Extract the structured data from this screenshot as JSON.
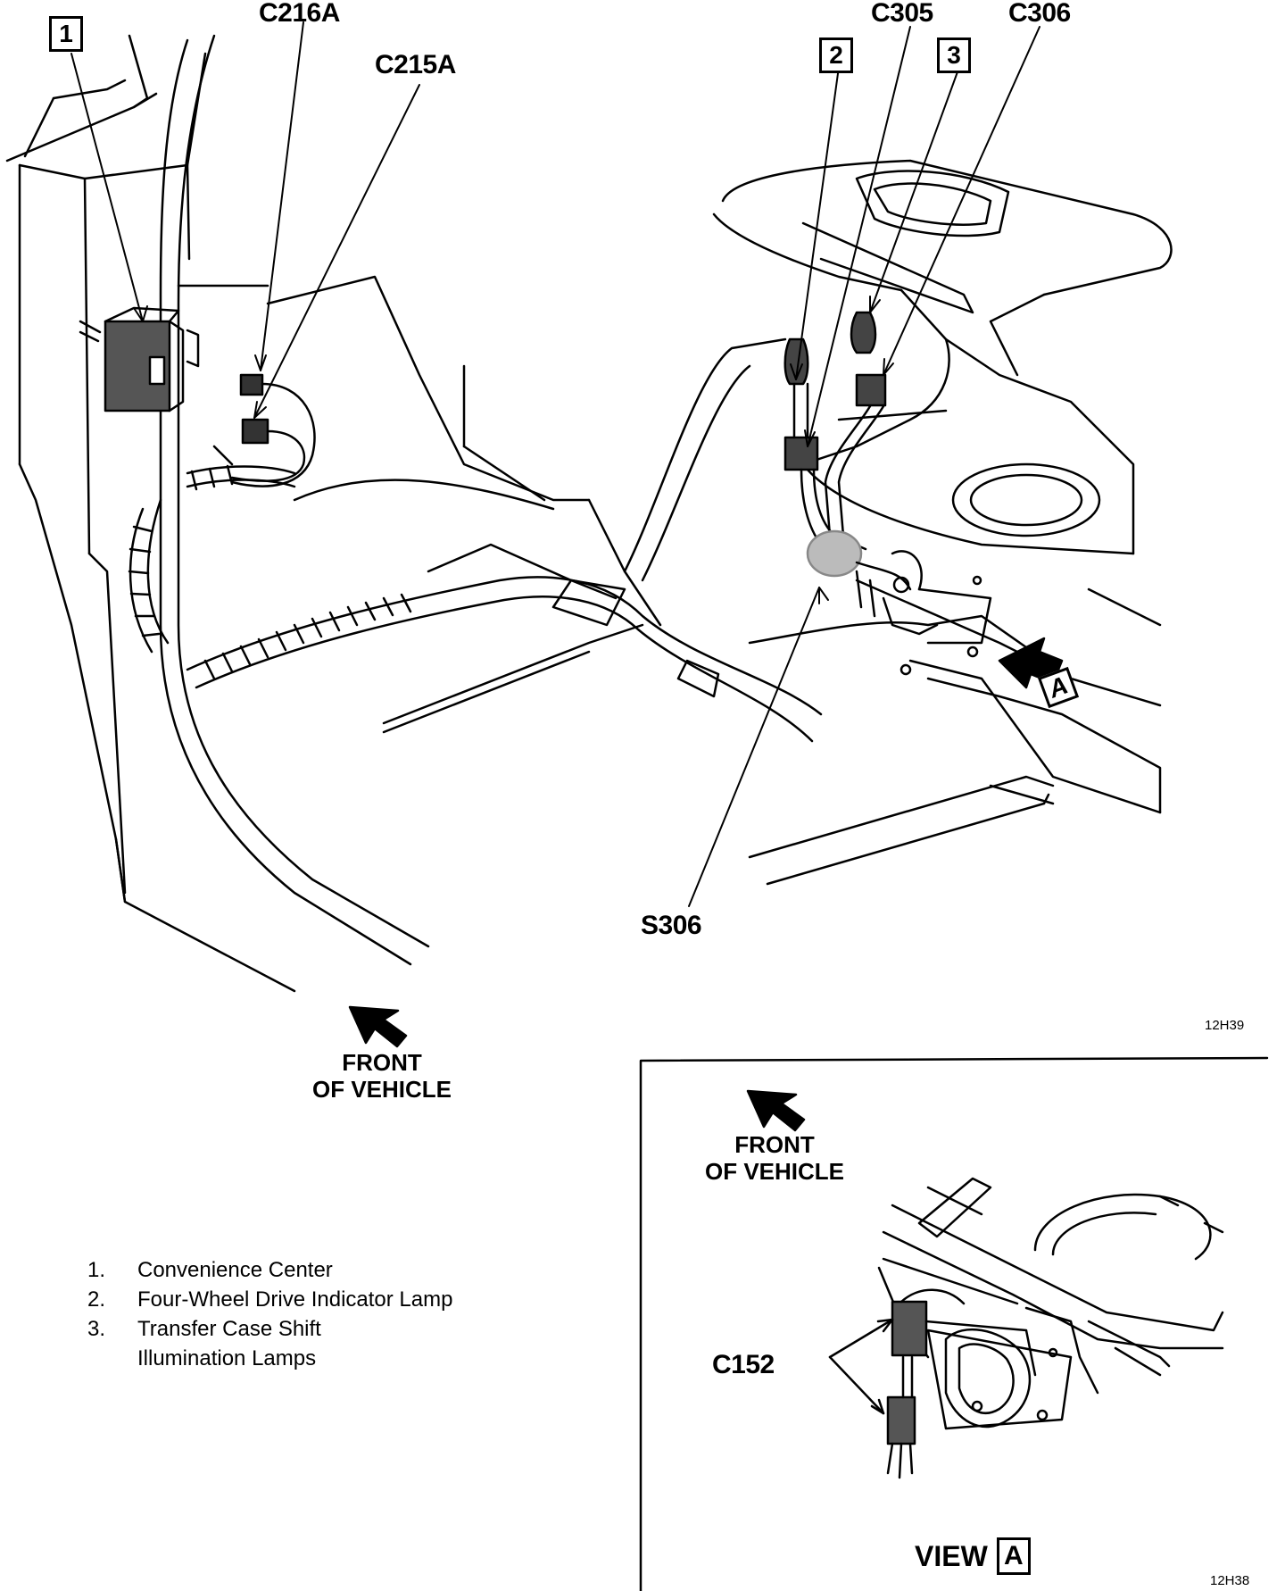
{
  "callouts": {
    "box_1": "1",
    "box_2": "2",
    "box_3": "3",
    "c216a": "C216A",
    "c215a": "C215A",
    "c305": "C305",
    "c306": "C306",
    "s306": "S306",
    "arrow_a": "A"
  },
  "ref_main": "12H39",
  "front_main": [
    "FRONT",
    "OF VEHICLE"
  ],
  "legend": [
    {
      "num": "1.",
      "text": "Convenience Center"
    },
    {
      "num": "2.",
      "text": "Four-Wheel Drive Indicator Lamp"
    },
    {
      "num": "3.",
      "text": "Transfer Case Shift"
    },
    {
      "num": "",
      "text": "Illumination Lamps"
    }
  ],
  "inset": {
    "front": [
      "FRONT",
      "OF VEHICLE"
    ],
    "c152": "C152",
    "view_label": "VIEW",
    "view_letter": "A",
    "ref": "12H38"
  }
}
